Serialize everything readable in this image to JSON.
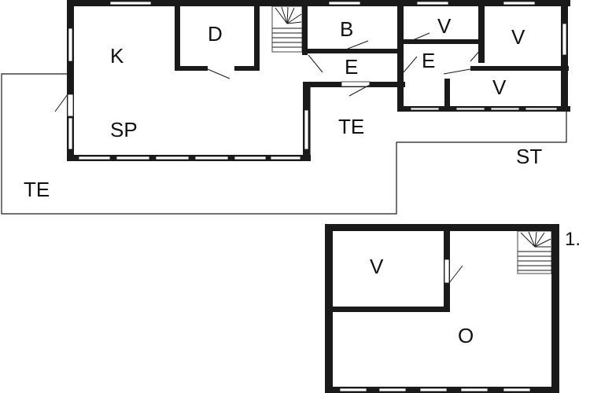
{
  "plan": {
    "ground_floor": {
      "rooms": {
        "k": "K",
        "d": "D",
        "b": "B",
        "v1": "V",
        "v2": "V",
        "v3": "V",
        "e1": "E",
        "e2": "E",
        "sp": "SP",
        "te1": "TE",
        "te2": "TE",
        "st": "ST"
      }
    },
    "upper_floor": {
      "level": "1.",
      "rooms": {
        "v": "V",
        "o": "O"
      }
    }
  }
}
